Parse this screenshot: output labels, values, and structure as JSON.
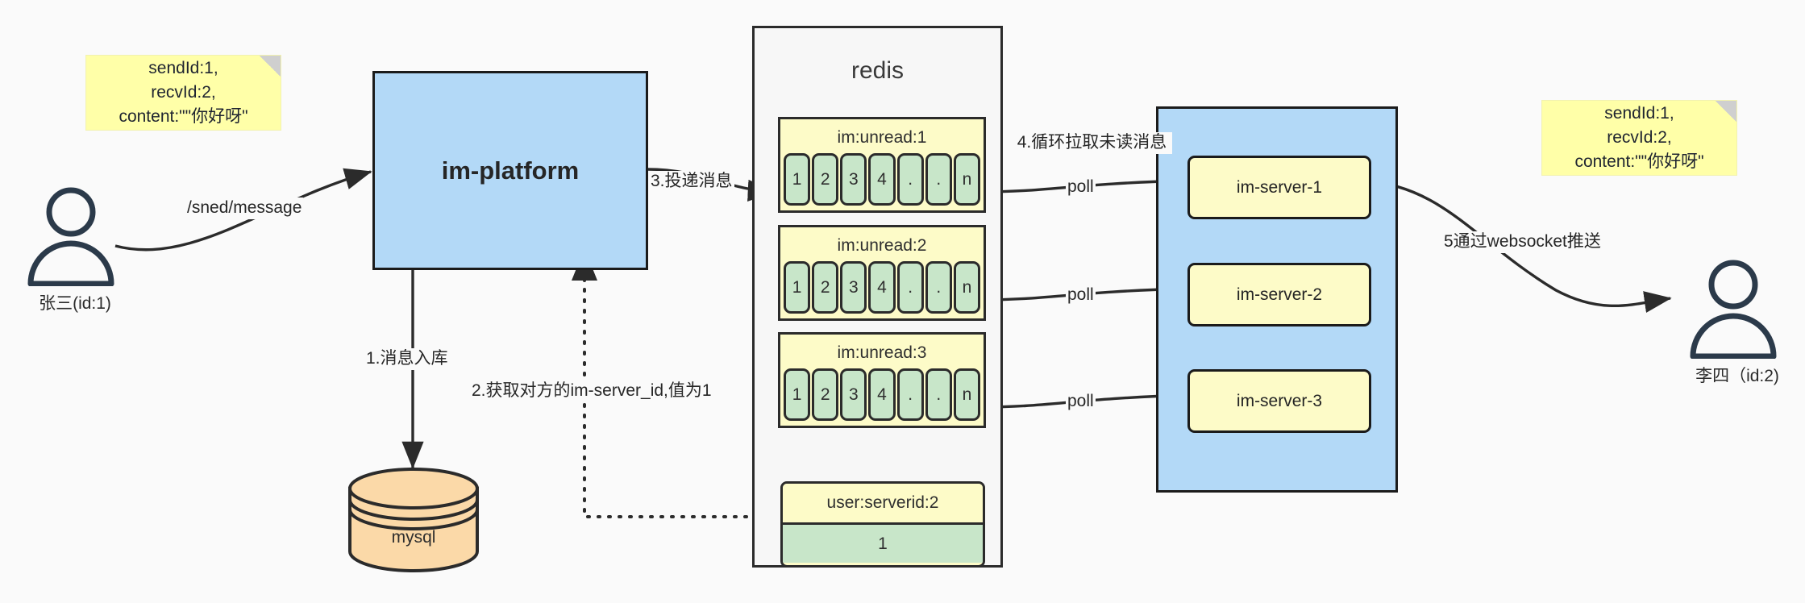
{
  "diagram": {
    "title": "IM message delivery architecture",
    "colors": {
      "canvas_bg": "#fafafa",
      "sticky_yellow": "#ffffa8",
      "box_blue": "#b3d9f7",
      "node_yellow": "#fdfbc8",
      "cell_green": "#c8e6c9",
      "db_orange": "#fbd9a8",
      "stroke": "#1b1b1b",
      "actor_navy": "#2b3a4a"
    }
  },
  "actors": {
    "sender": {
      "name": "sender-actor",
      "label": "张三(id:1)"
    },
    "receiver": {
      "name": "receiver-actor",
      "label": "李四（id:2)"
    }
  },
  "sticky_notes": [
    {
      "id": "left",
      "text": "sendId:1,\nrecvId:2,\ncontent:\"\"你好呀\""
    },
    {
      "id": "right",
      "text": "sendId:1,\nrecvId:2,\ncontent:\"\"你好呀\""
    }
  ],
  "platform": {
    "label": "im-platform"
  },
  "database": {
    "label": "mysql"
  },
  "redis": {
    "title": "redis",
    "queues": [
      {
        "key": "im:unread:1",
        "cells": [
          "1",
          "2",
          "3",
          "4",
          ".",
          ".",
          "n"
        ]
      },
      {
        "key": "im:unread:2",
        "cells": [
          "1",
          "2",
          "3",
          "4",
          ".",
          ".",
          "n"
        ]
      },
      {
        "key": "im:unread:3",
        "cells": [
          "1",
          "2",
          "3",
          "4",
          ".",
          ".",
          "n"
        ]
      }
    ],
    "kv": {
      "key": "user:serverid:2",
      "value": "1"
    }
  },
  "servers": {
    "items": [
      {
        "label": "im-server-1"
      },
      {
        "label": "im-server-2"
      },
      {
        "label": "im-server-3"
      }
    ]
  },
  "edge_labels": {
    "send_message": "/sned/message",
    "step1": "1.消息入库",
    "step2": "2.获取对方的im-server_id,值为1",
    "step3": "3.投递消息",
    "step4": "4.循环拉取未读消息",
    "step5": "5通过websocket推送",
    "poll1": "poll",
    "poll2": "poll",
    "poll3": "poll"
  }
}
